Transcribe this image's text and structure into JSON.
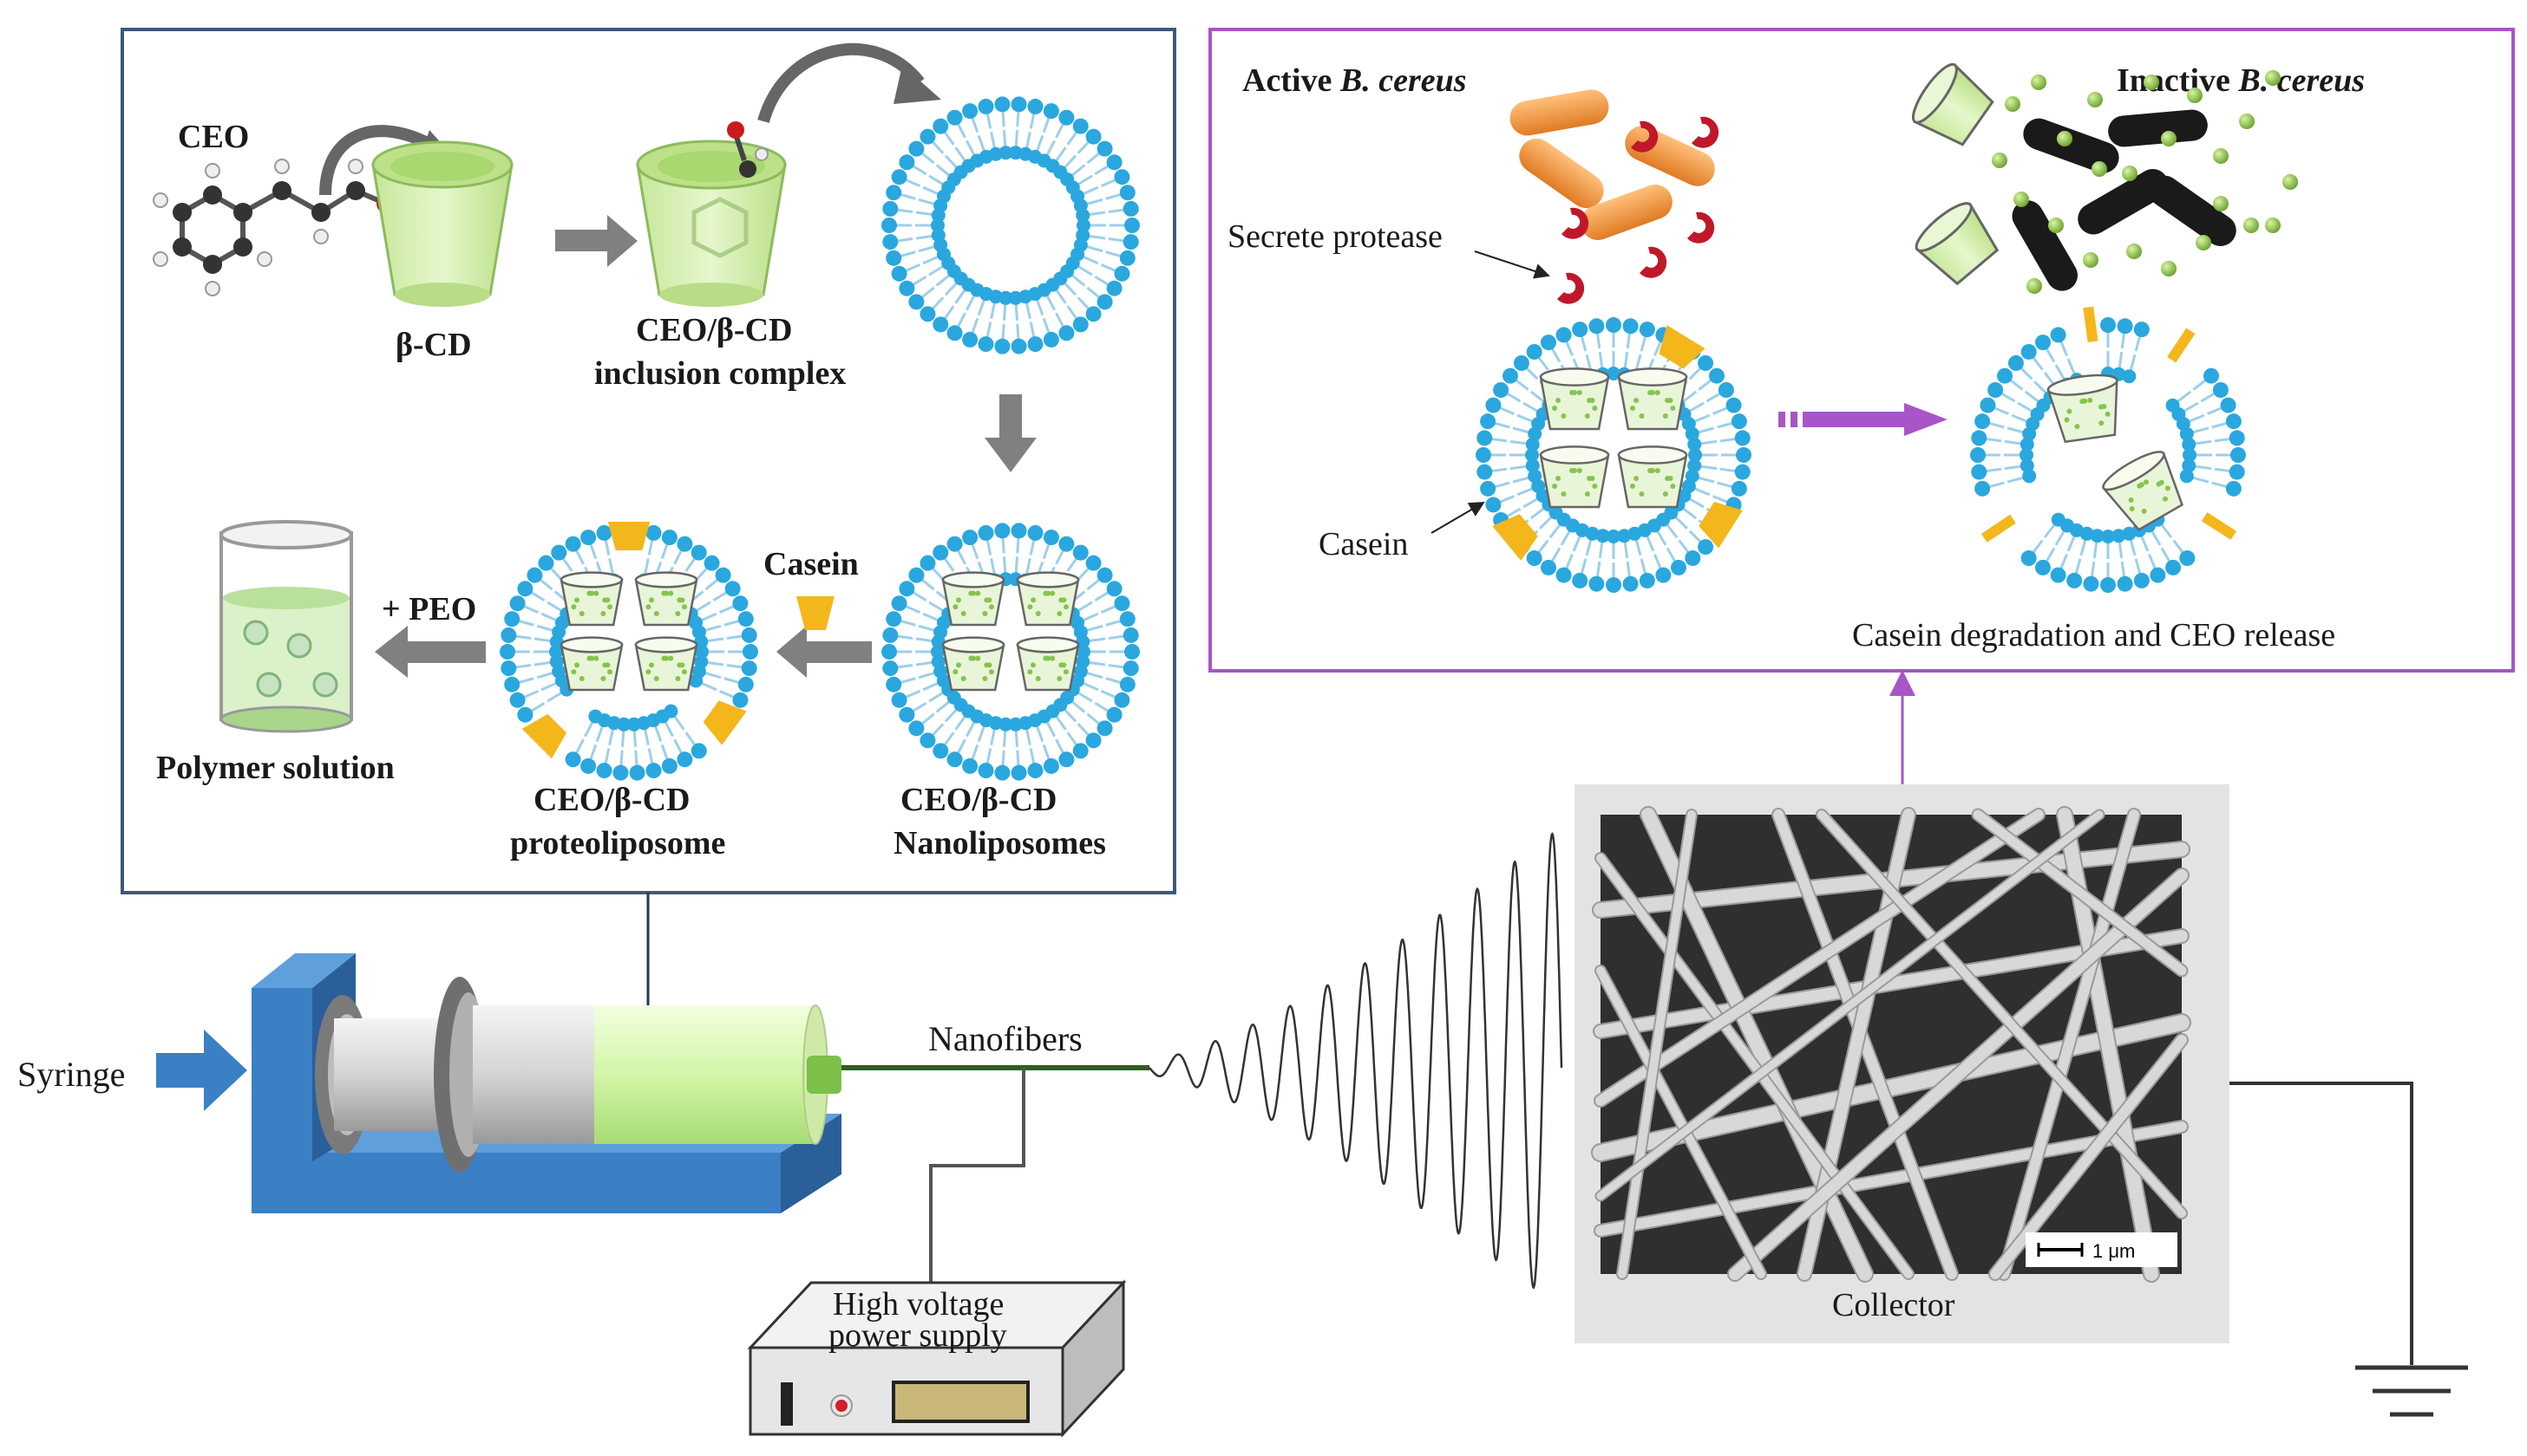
{
  "prep_panel": {
    "cinnamaldehyde_label": "CEO",
    "beta_cd_label": "β-CD",
    "inclusion_label_line1": "CEO/β-CD",
    "inclusion_label_line2": "inclusion complex",
    "casein_label": "Casein",
    "peo_label": "+ PEO",
    "polymer_label": "Polymer solution",
    "proteo_label_line1": "CEO/β-CD",
    "proteo_label_line2": "proteoliposome",
    "nano_label_line1": "CEO/β-CD",
    "nano_label_line2": "Nanoliposomes"
  },
  "release_panel": {
    "active_label_prefix": "Active ",
    "active_label_species": "B. cereus",
    "inactive_label_prefix": "Inactive ",
    "inactive_label_species": "B. cereus",
    "protease_label": "Secrete protease",
    "casein_label": "Casein",
    "release_label": "Casein degradation and CEO release"
  },
  "apparatus": {
    "syringe_label": "Syringe",
    "nanofibers_label": "Nanofibers",
    "power_label_line1": "High voltage",
    "power_label_line2": "power supply",
    "collector_label": "Collector",
    "scale_bar_label": "1 μm"
  },
  "colors": {
    "prep_border": "#3b5a78",
    "release_border": "#a855c7",
    "lipid_head": "#2aa7df",
    "casein": "#f3b71c",
    "cd_green": "#d6f0b0",
    "syringe_blue": "#3b7fc4",
    "bacteria_orange": "#f29b4a",
    "protease_red": "#c0182a",
    "arrow_grey": "#808080",
    "purple_arrow": "#a855c7"
  }
}
